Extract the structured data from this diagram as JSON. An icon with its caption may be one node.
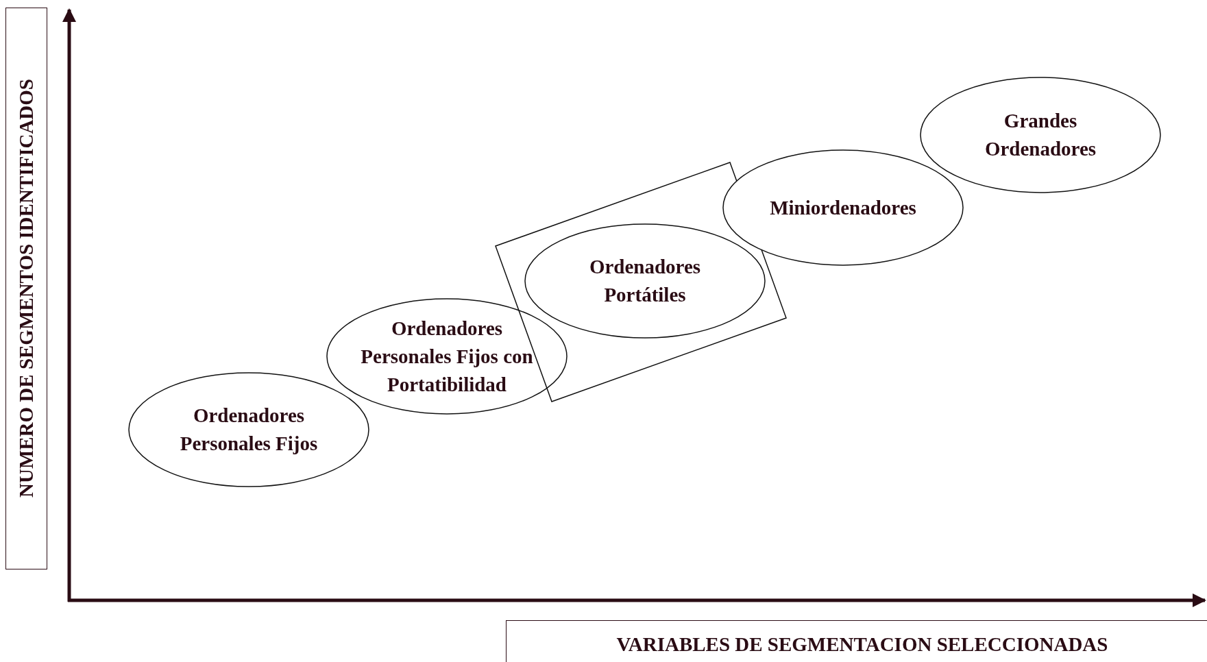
{
  "diagram": {
    "nodes": [
      {
        "text": [
          "Ordenadores Personales Fijos"
        ]
      },
      {
        "text": [
          "Ordenadores Personales Fijos con Portatibilidad"
        ]
      },
      {
        "text": [],
        "shape": "box"
      },
      {
        "text": [
          "Ordenadores Portátiles"
        ],
        "in": 2
      },
      {
        "text": [
          "Miniordenadores"
        ]
      },
      {
        "text": [
          "Grandes Ordenadores"
        ]
      }
    ],
    "labels": [
      "NUMERO DE SEGMENTOS IDENTIFICADOS",
      "VARIABLES DE SEGMENTACION SELECCIONADAS"
    ]
  }
}
